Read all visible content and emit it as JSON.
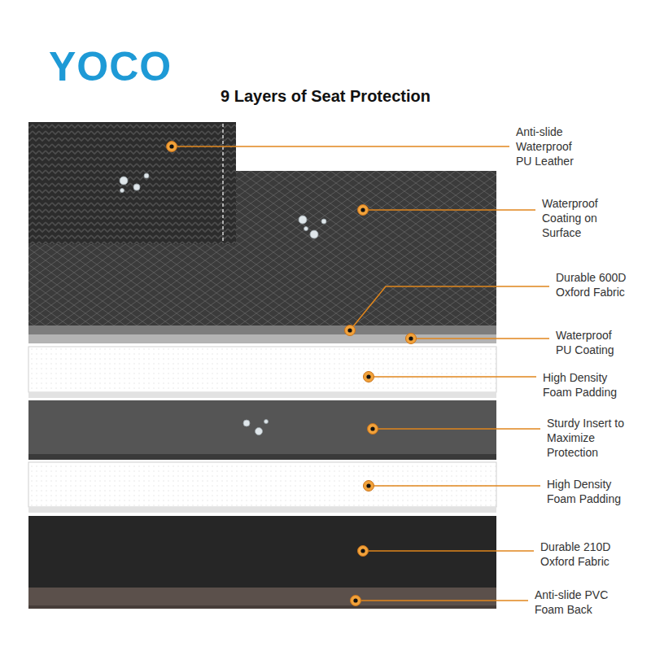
{
  "diagram": {
    "title": "9 Layers of Seat Protection",
    "labels": [
      "YOCO",
      "Anti-slide Waterproof PU Leather",
      "Waterproof Coating on Surface",
      "Durable 600D Oxford Fabric",
      "Waterproof PU Coating",
      "High Density Foam Padding",
      "Sturdy Insert to Maximize Protection",
      "High Density Foam Padding",
      "Durable 210D Oxford Fabric",
      "Anti-slide PVC Foam Back"
    ]
  }
}
